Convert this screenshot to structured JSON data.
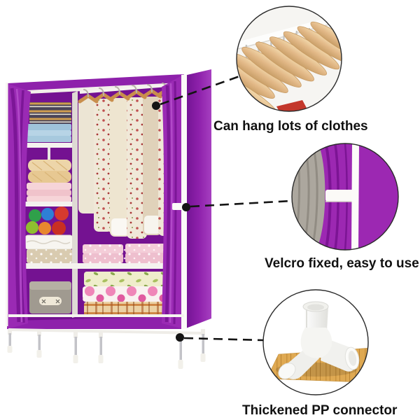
{
  "background_color": "#ffffff",
  "palette": {
    "purple_main": "#8e21ab",
    "purple_interior": "#741291",
    "purple_curtain": "#9a2ab4",
    "purple_fold": "#7c1697",
    "trim_white": "#f5f3ef",
    "callout_line_black": "#141414",
    "hanger_wood": "#e2b887",
    "wood_board": "#dfa952",
    "gray_fabric": "#aca79e"
  },
  "callouts": [
    {
      "id": "hangers",
      "label": "Can hang lots of clothes",
      "photo": "wooden-hangers-on-rail-closeup"
    },
    {
      "id": "velcro",
      "label": "Velcro fixed, easy to use",
      "photo": "purple-cover-velcro-strap-closeup"
    },
    {
      "id": "connector",
      "label": "Thickened PP connector",
      "photo": "white-pp-tube-connector-closeup"
    }
  ]
}
